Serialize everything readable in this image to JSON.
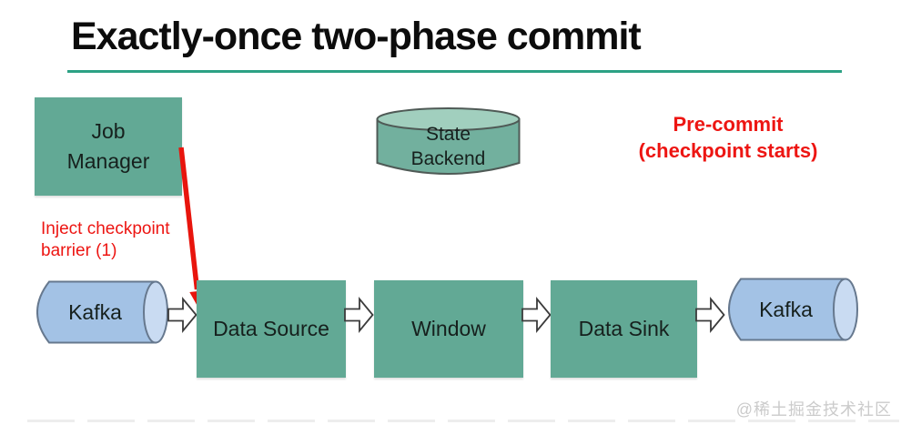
{
  "title": "Exactly-once two-phase commit",
  "phase_label": {
    "line1": "Pre-commit",
    "line2": "(checkpoint starts)"
  },
  "barrier_note": {
    "line1": "Inject checkpoint",
    "line2": "barrier (1)"
  },
  "nodes": {
    "job_manager": "Job Manager",
    "state_backend": "State Backend",
    "kafka_source": "Kafka",
    "data_source": "Data Source",
    "window": "Window",
    "data_sink": "Data Sink",
    "kafka_sink": "Kafka"
  },
  "watermark": "@稀土掘金技术社区",
  "colors": {
    "accent_underline": "#2ca184",
    "node_green": "#62a995",
    "cylinder_green": "#72b09e",
    "cylinder_green_top": "#a1cfbe",
    "node_blue": "#a3c2e5",
    "node_blue_face": "#c9dbf2",
    "annotation_red": "#ed1512",
    "arrow_red": "#e8150d"
  }
}
